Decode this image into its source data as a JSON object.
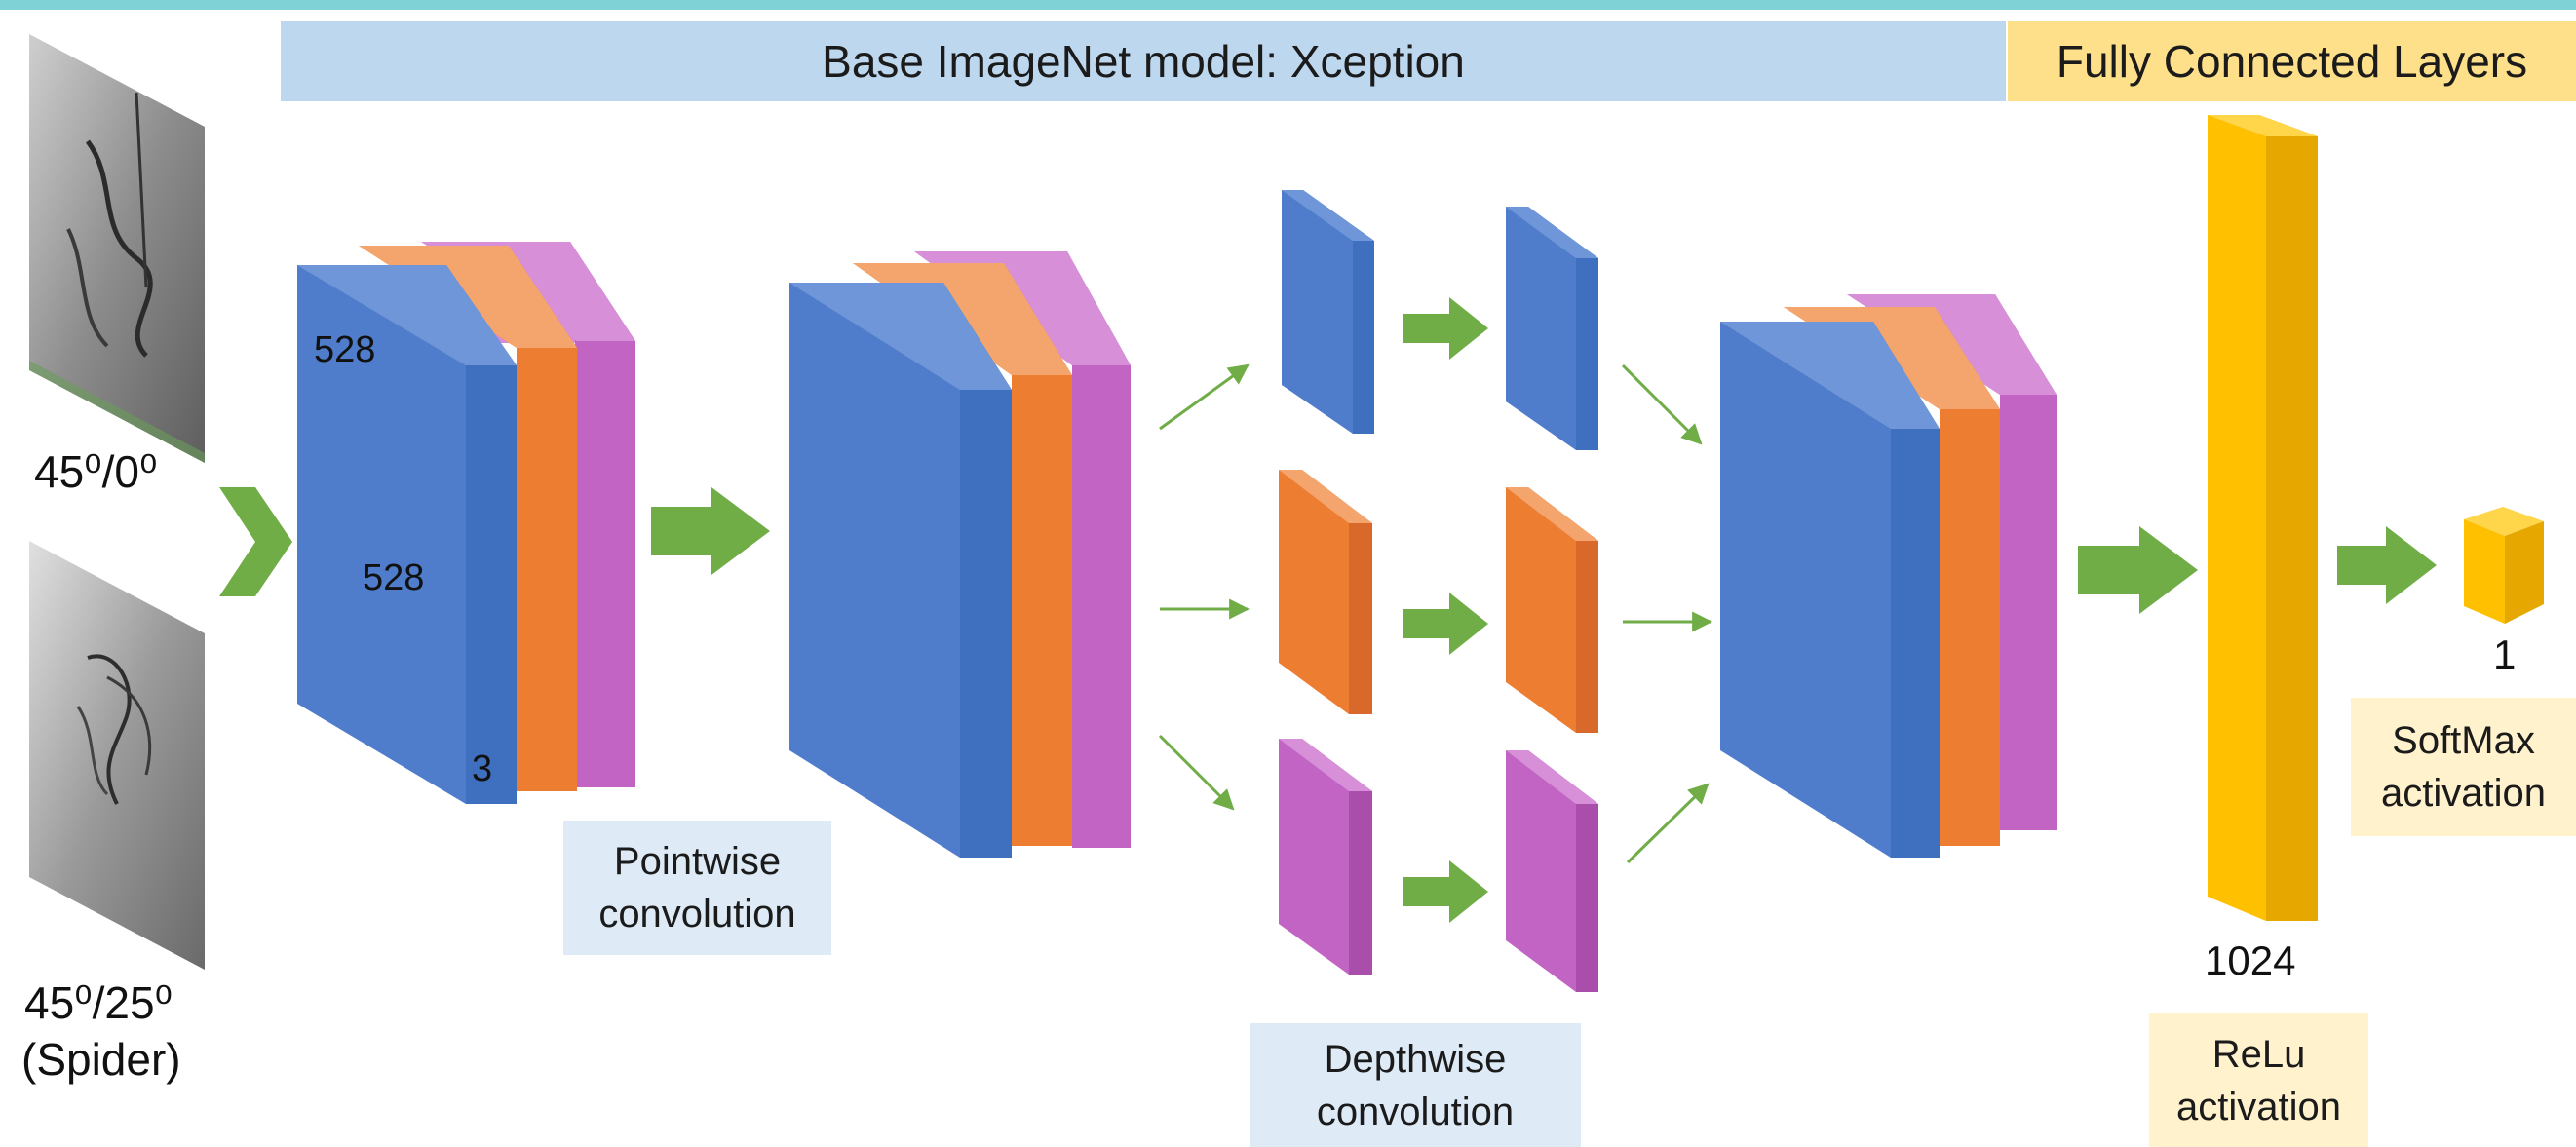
{
  "banners": {
    "base_model": "Base ImageNet model: Xception",
    "fully_connected": "Fully Connected Layers"
  },
  "inputs": {
    "top_label": "45⁰/0⁰",
    "bottom_label_line1": "45⁰/25⁰",
    "bottom_label_line2": "(Spider)"
  },
  "input_block": {
    "height_dim": "528",
    "width_dim": "528",
    "channels_dim": "3"
  },
  "boxes": {
    "pointwise": {
      "line1": "Pointwise",
      "line2": "convolution"
    },
    "depthwise": {
      "line1": "Depthwise",
      "line2": "convolution"
    },
    "relu": {
      "line1": "ReLu",
      "line2": "activation"
    },
    "softmax": {
      "line1": "SoftMax",
      "line2": "activation"
    }
  },
  "dense": {
    "units": "1024"
  },
  "output": {
    "units": "1"
  },
  "colors": {
    "blue": "#4f7dcc",
    "orange": "#ed7d31",
    "magenta": "#c264c4",
    "yellow": "#ffc000",
    "arrow_green": "#70ad47",
    "banner_blue": "#bdd7ee",
    "banner_yellow": "#ffe08a"
  }
}
